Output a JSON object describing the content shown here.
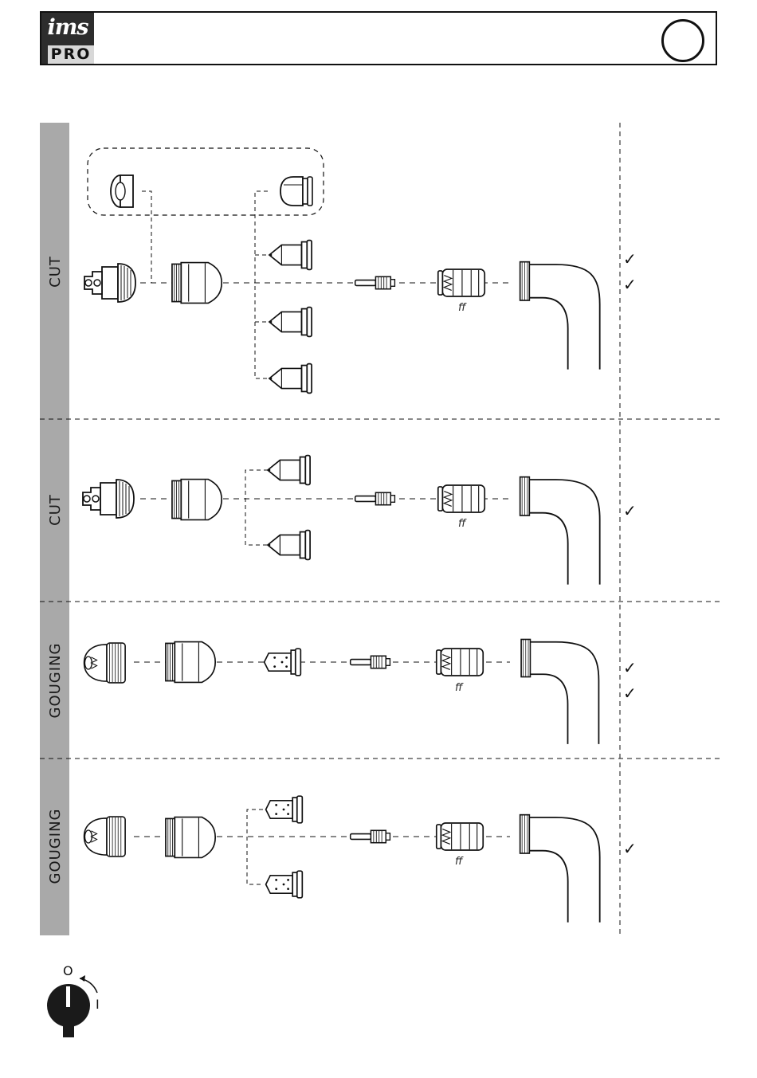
{
  "header": {
    "logo_top": "ims",
    "logo_bottom": "PRO"
  },
  "rows": [
    {
      "label": "CUT",
      "ff_label": "ff",
      "checks": [
        "✓",
        "✓"
      ]
    },
    {
      "label": "CUT",
      "ff_label": "ff",
      "checks": [
        "✓"
      ]
    },
    {
      "label": "GOUGING",
      "ff_label": "ff",
      "checks": [
        "✓",
        "✓"
      ]
    },
    {
      "label": "GOUGING",
      "ff_label": "ff",
      "checks": [
        "✓"
      ]
    }
  ],
  "switch": {
    "off_label": "O",
    "on_label": "I"
  },
  "colors": {
    "side_band": "#a9a9a9",
    "line": "#111111",
    "logo_dark": "#2d2d2d"
  }
}
